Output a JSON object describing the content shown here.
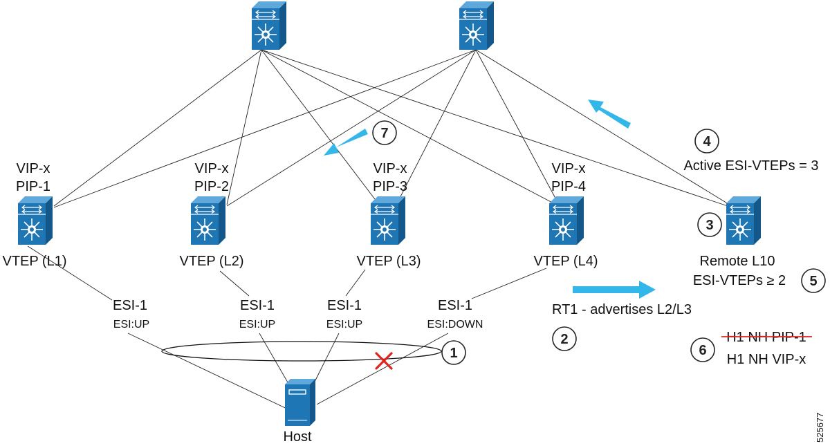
{
  "colors": {
    "device_blue": "#1f76b5",
    "device_dark": "#14578a",
    "arrow_cyan": "#33b7e8",
    "fail_red": "#e2231a"
  },
  "spines": [
    {
      "icon": "switch-icon"
    },
    {
      "icon": "switch-icon"
    }
  ],
  "leaves": [
    {
      "vip": "VIP-x",
      "pip": "PIP-1",
      "name": "VTEP (L1)",
      "esi": "ESI-1",
      "state": "ESI:UP"
    },
    {
      "vip": "VIP-x",
      "pip": "PIP-2",
      "name": "VTEP (L2)",
      "esi": "ESI-1",
      "state": "ESI:UP"
    },
    {
      "vip": "VIP-x",
      "pip": "PIP-3",
      "name": "VTEP (L3)",
      "esi": "ESI-1",
      "state": "ESI:UP"
    },
    {
      "vip": "VIP-x",
      "pip": "PIP-4",
      "name": "VTEP (L4)",
      "esi": "ESI-1",
      "state": "ESI:DOWN"
    }
  ],
  "remote": {
    "name": "Remote L10",
    "esi_vteps": "ESI-VTEPs ≥ 2"
  },
  "host": {
    "label": "Host",
    "icon": "server-icon"
  },
  "steps": {
    "s1": "1",
    "s2": "2",
    "s3": "3",
    "s4": "4",
    "s5": "5",
    "s6": "6",
    "s7": "7"
  },
  "texts": {
    "active_esi": "Active ESI-VTEPs = 3",
    "rt1": "RT1 - advertises L2/L3",
    "nh_old": "H1 NH PIP-1",
    "nh_new": "H1 NH VIP-x"
  },
  "figure_id": "525677"
}
